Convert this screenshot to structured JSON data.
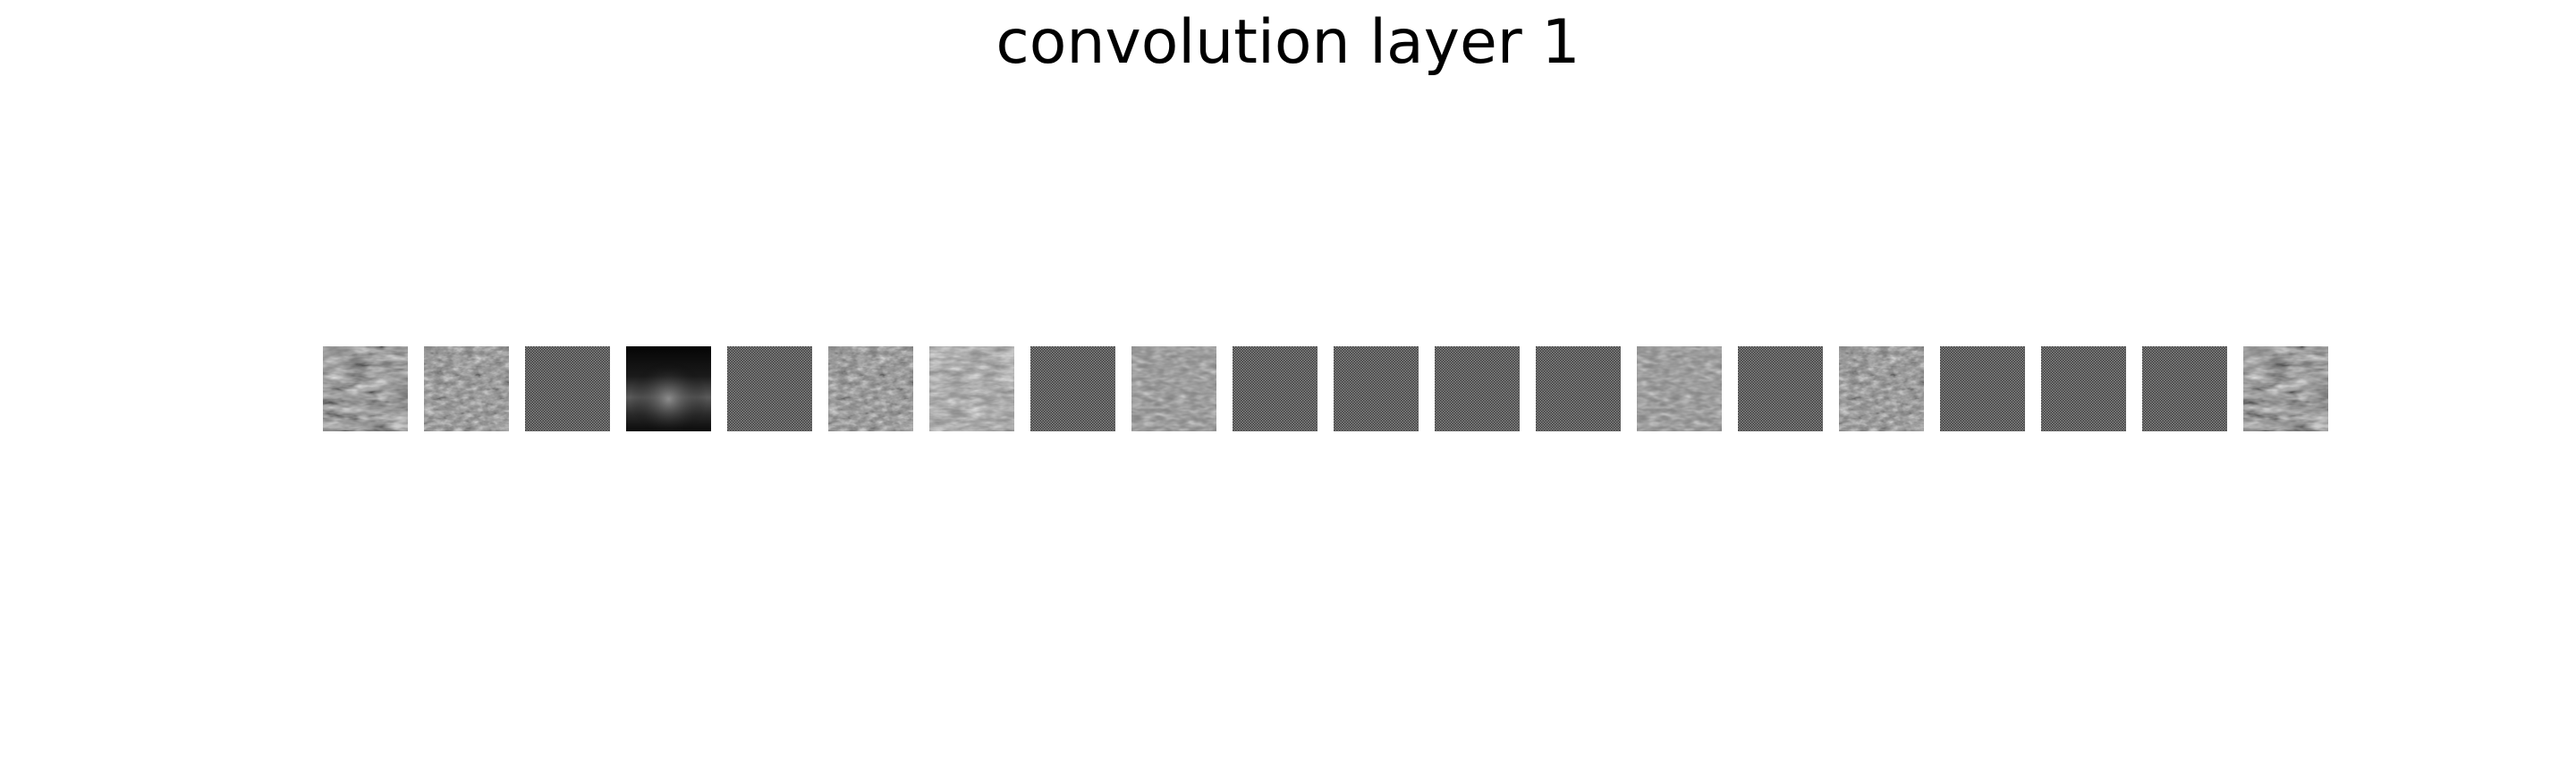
{
  "figure": {
    "title": "convolution layer 1"
  },
  "filters": [
    {
      "style": "strong-texture"
    },
    {
      "style": "medium-texture"
    },
    {
      "style": "checker"
    },
    {
      "style": "dark-gradient"
    },
    {
      "style": "checker"
    },
    {
      "style": "medium-texture"
    },
    {
      "style": "light-texture"
    },
    {
      "style": "checker"
    },
    {
      "style": "faint-texture"
    },
    {
      "style": "checker"
    },
    {
      "style": "checker"
    },
    {
      "style": "checker"
    },
    {
      "style": "checker"
    },
    {
      "style": "faint-texture"
    },
    {
      "style": "checker"
    },
    {
      "style": "medium-texture"
    },
    {
      "style": "checker"
    },
    {
      "style": "checker"
    },
    {
      "style": "checker"
    },
    {
      "style": "strong-texture"
    }
  ]
}
